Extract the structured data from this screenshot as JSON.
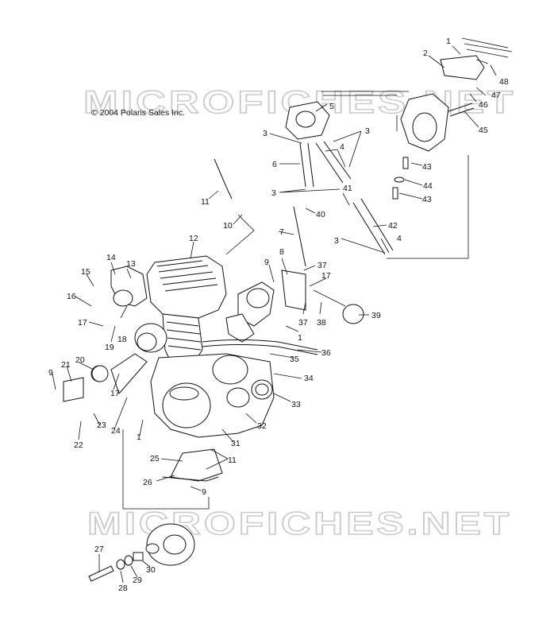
{
  "copyright": "© 2004 Polaris Sales Inc.",
  "watermarks": [
    "MICROFICHES.NET",
    "MICROFICHES.NET"
  ],
  "colors": {
    "ink": "#111111",
    "watermark": "#c9c9c9",
    "background": "#ffffff"
  },
  "callouts": [
    "1",
    "2",
    "47",
    "48",
    "46",
    "5",
    "45",
    "3",
    "3",
    "4",
    "6",
    "43",
    "44",
    "43",
    "3",
    "41",
    "11",
    "10",
    "40",
    "7",
    "42",
    "3",
    "4",
    "12",
    "14",
    "13",
    "15",
    "16",
    "8",
    "9",
    "37",
    "17",
    "37",
    "38",
    "39",
    "17",
    "19",
    "18",
    "1",
    "36",
    "35",
    "34",
    "20",
    "21",
    "9",
    "17",
    "23",
    "24",
    "22",
    "33",
    "32",
    "31",
    "1",
    "25",
    "11",
    "26",
    "9",
    "27",
    "28",
    "29",
    "30"
  ]
}
